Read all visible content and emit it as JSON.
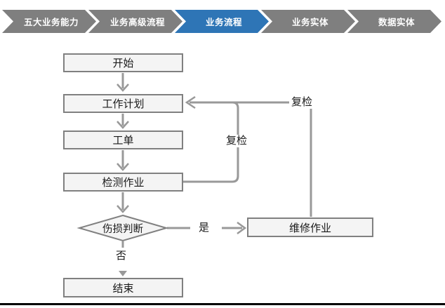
{
  "nav": {
    "items": [
      {
        "label": "五大业务能力",
        "active": false
      },
      {
        "label": "业务高级流程",
        "active": false
      },
      {
        "label": "业务流程",
        "active": true
      },
      {
        "label": "业务实体",
        "active": false
      },
      {
        "label": "数据实体",
        "active": false
      }
    ]
  },
  "flowchart": {
    "nodes": {
      "start": "开始",
      "work_plan": "工作计划",
      "work_order": "工单",
      "inspection": "检测作业",
      "damage_decision": "伤损判断",
      "repair": "维修作业",
      "end": "结束"
    },
    "labels": {
      "yes": "是",
      "no": "否",
      "recheck_inner": "复检",
      "recheck_outer": "复检"
    }
  },
  "colors": {
    "active_step": "#2E75B6",
    "inactive_step": "#7F7F7F",
    "node_fill": "#F4F4F4",
    "node_border": "#808080",
    "connector": "#999999",
    "bottom_rule": "#000000"
  }
}
